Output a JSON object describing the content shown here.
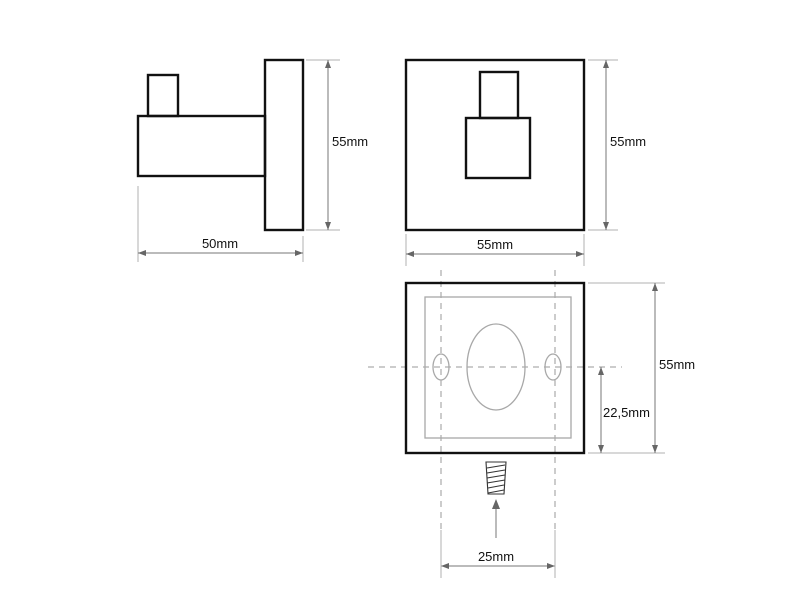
{
  "drawing": {
    "side_view": {
      "width_label": "50mm",
      "height_label": "55mm"
    },
    "front_view": {
      "width_label": "55mm",
      "height_label": "55mm"
    },
    "back_view": {
      "height_label": "55mm",
      "hole_height_label": "22,5mm",
      "hole_spacing_label": "25mm"
    }
  }
}
